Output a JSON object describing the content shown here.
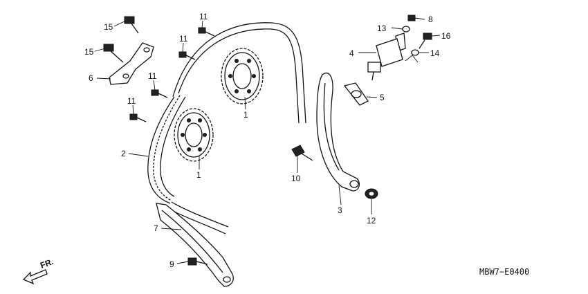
{
  "diagram": {
    "code": "MBW7−E0400",
    "direction_label": "FR.",
    "callouts": {
      "c1a": "1",
      "c1b": "1",
      "c2": "2",
      "c3": "3",
      "c4": "4",
      "c5": "5",
      "c6": "6",
      "c7": "7",
      "c8": "8",
      "c9": "9",
      "c10": "10",
      "c11a": "11",
      "c11b": "11",
      "c11c": "11",
      "c11d": "11",
      "c12": "12",
      "c13": "13",
      "c14": "14",
      "c15a": "15",
      "c15b": "15",
      "c16": "16"
    }
  }
}
